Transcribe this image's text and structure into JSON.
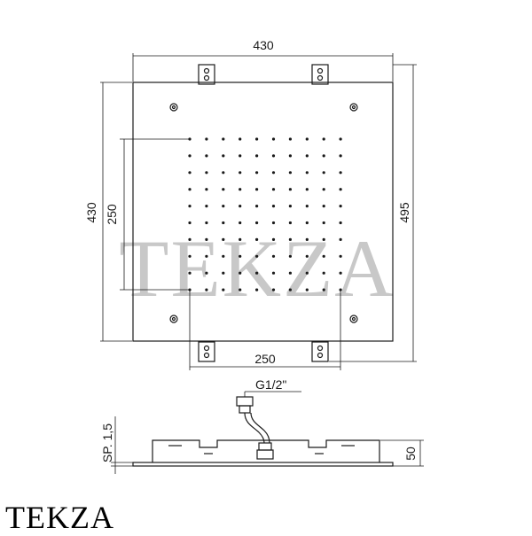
{
  "dimensions": {
    "top_width": "430",
    "left_height": "430",
    "inner_height": "250",
    "right_height": "495",
    "bottom_width": "250",
    "thread": "G1/2\"",
    "plate_thickness": "SP. 1,5",
    "side_height": "50"
  },
  "watermark": "TEKZA",
  "brand": "TEKZA",
  "colors": {
    "line": "#1a1a1a",
    "watermark": "#c8c8c8"
  }
}
